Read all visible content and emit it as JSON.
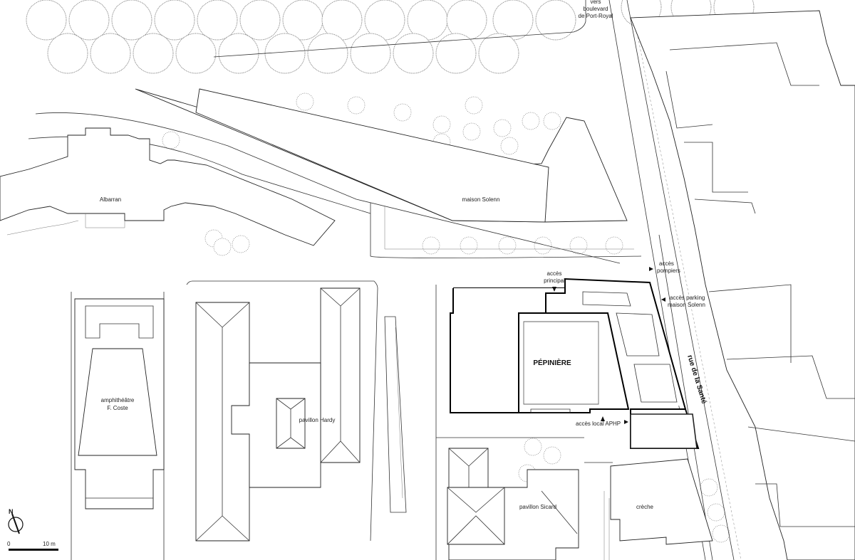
{
  "labels": {
    "vers_line1": "vers",
    "vers_line2": "boulevard",
    "vers_line3": "de Port-Royal",
    "albarran": "Albarran",
    "maison_solenn": "maison Solenn",
    "acces_pompiers_1": "accès",
    "acces_pompiers_2": "pompiers",
    "acces_principal_1": "accès",
    "acces_principal_2": "principal",
    "acces_parking_1": "accès parking",
    "acces_parking_2": "maison Solenn",
    "rue": "rue de la Santé",
    "pepiniere": "PÉPINIÈRE",
    "amphi_1": "amphithéâtre",
    "amphi_2": "F. Coste",
    "pavillon_hardy": "pavillon Hardy",
    "acces_local": "accès local APHP",
    "pavillon_sicard": "pavillon Sicard",
    "creche": "crèche"
  },
  "north": {
    "letter": "N"
  },
  "scale": {
    "zero": "0",
    "dist": "10 m"
  }
}
